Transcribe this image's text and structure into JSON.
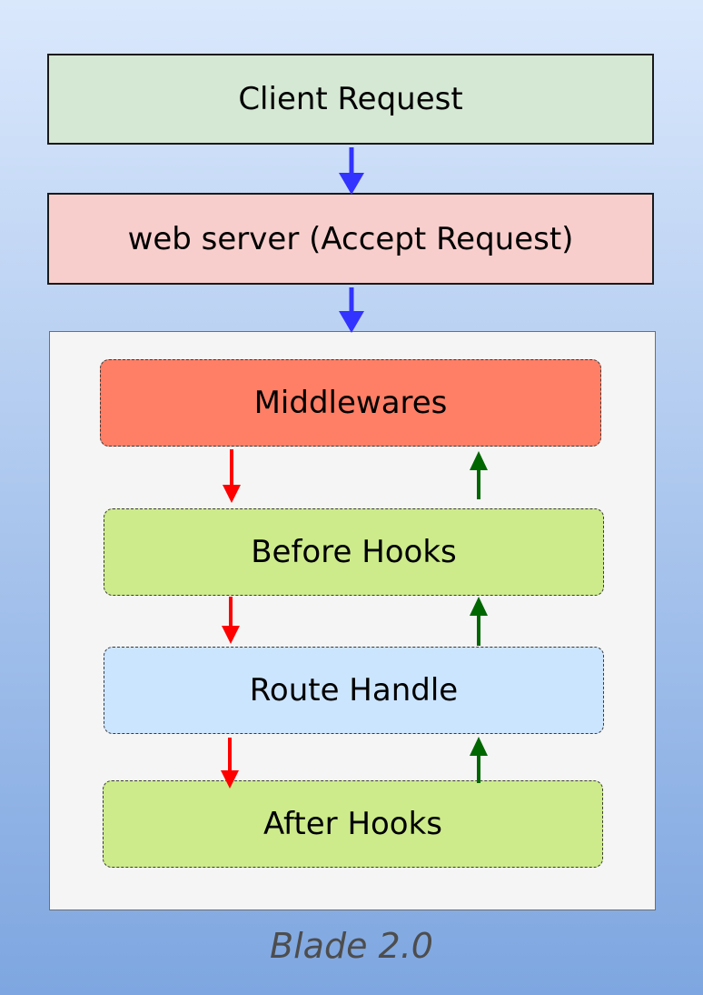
{
  "nodes": {
    "client_request": "Client Request",
    "web_server": "web server (Accept Request)",
    "middlewares": "Middlewares",
    "before_hooks": "Before Hooks",
    "route_handle": "Route Handle",
    "after_hooks": "After Hooks"
  },
  "caption": "Blade 2.0",
  "colors": {
    "client_request_fill": "#d5e8d4",
    "web_server_fill": "#f8cecc",
    "middlewares_fill": "#ff7f66",
    "hooks_fill": "#cdeb8b",
    "route_handle_fill": "#cce5ff",
    "request_flow_arrow": "#3333ff",
    "downward_arrow": "#ff0000",
    "upward_arrow": "#006600"
  }
}
